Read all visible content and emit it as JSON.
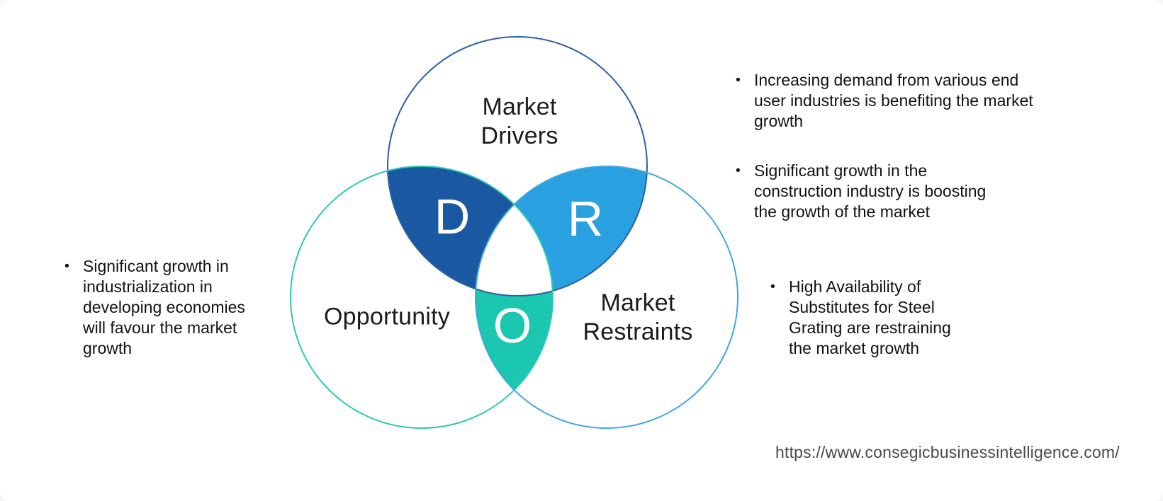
{
  "venn": {
    "labels": {
      "drivers": "Market\nDrivers",
      "opportunity": "Opportunity",
      "restraints": "Market\nRestraints"
    },
    "letters": {
      "drivers": "D",
      "restraints": "R",
      "opportunity": "O"
    },
    "colors": {
      "drivers_fill": "#1a58a2",
      "restraints_fill": "#29a1e0",
      "opportunity_fill": "#1cc7b0",
      "drivers_stroke": "#2c5fa6",
      "opportunity_stroke": "#2ec9b4",
      "restraints_stroke": "#3fa8e0"
    }
  },
  "annotations": {
    "left": {
      "bullets": [
        "Significant growth in\nindustrialization in\ndeveloping economies\nwill favour the market\ngrowth"
      ]
    },
    "top_right": {
      "bullets": [
        "Increasing demand from various end\nuser industries is benefiting the market\ngrowth",
        "Significant growth in the\nconstruction industry is boosting\nthe growth of the market"
      ]
    },
    "right": {
      "bullets": [
        "High Availability of\nSubstitutes for Steel\nGrating are restraining\nthe market growth"
      ]
    }
  },
  "footer": {
    "url": "https://www.consegicbusinessintelligence.com/"
  }
}
